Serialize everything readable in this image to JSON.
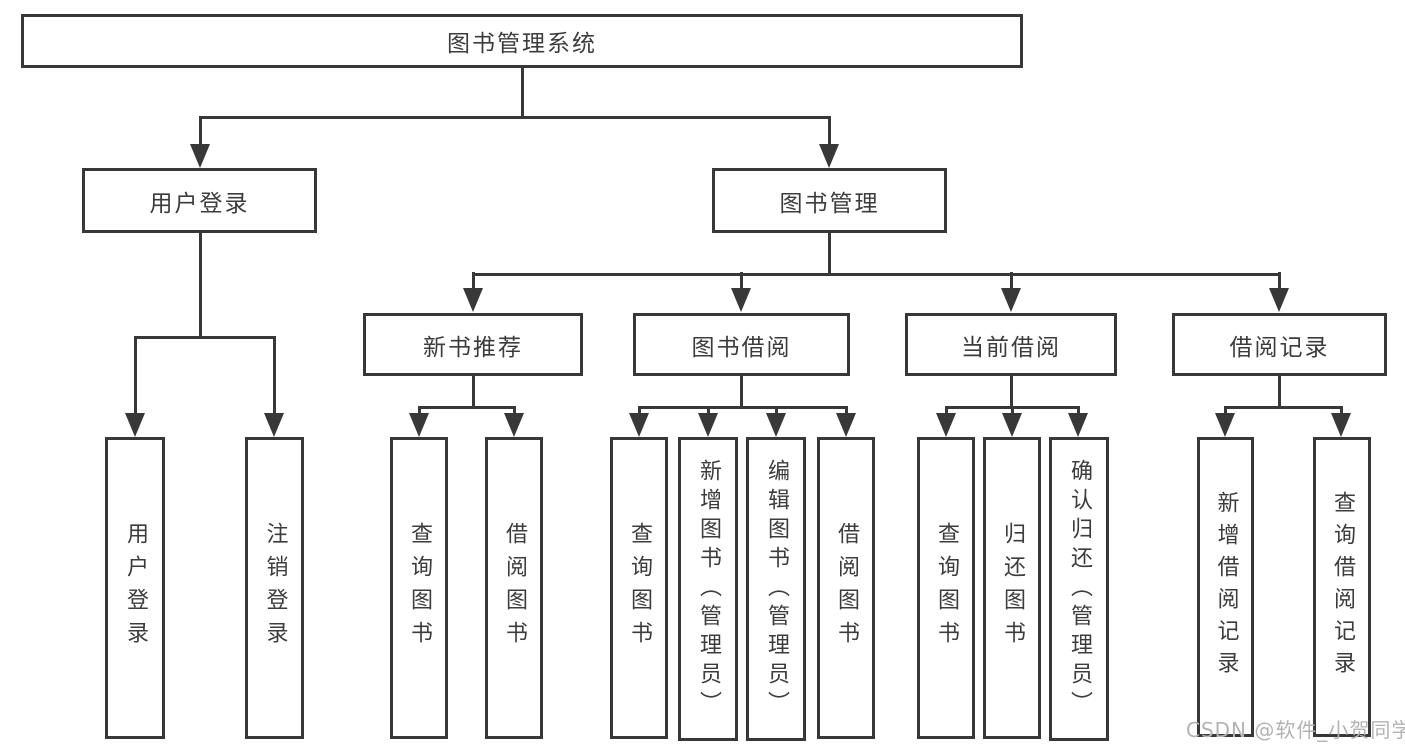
{
  "diagram": {
    "root": {
      "label": "图书管理系统"
    },
    "branches": [
      {
        "label": "用户登录",
        "children": [
          {
            "label": "用户登录"
          },
          {
            "label": "注销登录"
          }
        ]
      },
      {
        "label": "图书管理",
        "children": [
          {
            "label": "新书推荐",
            "children": [
              {
                "label": "查询图书"
              },
              {
                "label": "借阅图书"
              }
            ]
          },
          {
            "label": "图书借阅",
            "children": [
              {
                "label": "查询图书"
              },
              {
                "label": "新增图书（管理员）"
              },
              {
                "label": "编辑图书（管理员）"
              },
              {
                "label": "借阅图书"
              }
            ]
          },
          {
            "label": "当前借阅",
            "children": [
              {
                "label": "查询图书"
              },
              {
                "label": "归还图书"
              },
              {
                "label": "确认归还（管理员）"
              }
            ]
          },
          {
            "label": "借阅记录",
            "children": [
              {
                "label": "新增借阅记录"
              },
              {
                "label": "查询借阅记录"
              }
            ]
          }
        ]
      }
    ]
  },
  "watermark": {
    "text": "CSDN @软件_小贺同学"
  },
  "colors": {
    "line": "#383838",
    "text": "#3c3c3c",
    "watermark": "#b3b3b3",
    "background": "#ffffff"
  }
}
